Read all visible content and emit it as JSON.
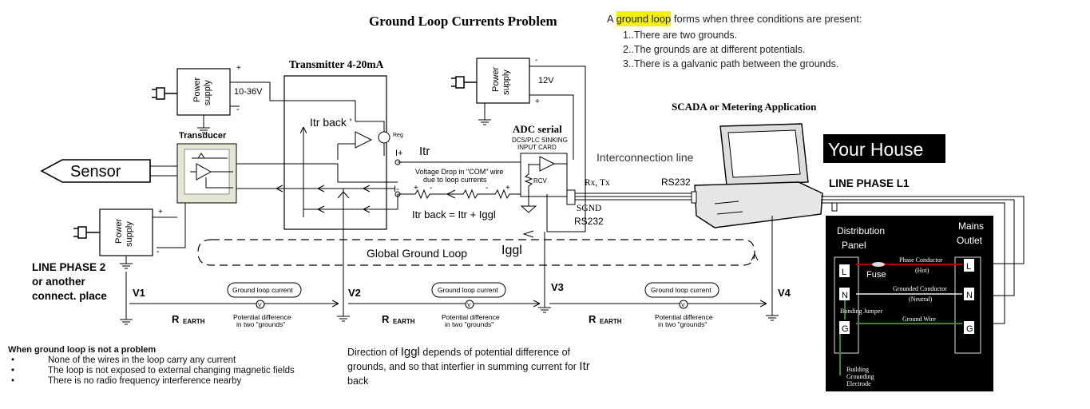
{
  "title": "Ground Loop Currents Problem",
  "conditions": {
    "intro_before": "A ",
    "intro_highlight": "ground loop",
    "intro_after": " forms when three conditions are present:",
    "items": [
      "1..There are two grounds.",
      "2..The grounds are at different potentials.",
      "3..There is a galvanic path between the grounds."
    ]
  },
  "labels": {
    "transmitter": "Transmitter 4-20mA",
    "scada": "SCADA or Metering Application",
    "your_house": "Your House",
    "line_phase_l1": "LINE PHASE L1",
    "line_phase_2": [
      "LINE PHASE 2",
      "or another",
      "connect. place"
    ],
    "sensor": "Sensor",
    "transducer": "Transducer",
    "power_supply": [
      "Power",
      "supply"
    ],
    "v_10_36": "10-36V",
    "v_12": "12V",
    "adc_serial": "ADC serial",
    "dcs_card": [
      "DCS/PLC SINKING",
      "INPUT CARD"
    ],
    "rcv": "RCV",
    "interconnection": "Interconnection line",
    "rx_tx": "Rx, Tx",
    "rs232_top": "RS232",
    "sgnd": "SGND",
    "rs232_bottom": "RS232",
    "itr_back_prime": "Itr back '",
    "reg": "Reg",
    "itr": "Itr",
    "itr_back_eq": "Itr back = Itr + Iggl",
    "voltage_drop": [
      "Voltage Drop in \"COM\" wire",
      "due to loop currents"
    ],
    "global_loop": "Global Ground Loop",
    "iggl": "Iggl",
    "ground_loop_current": "Ground loop current",
    "potential_diff": [
      "Potential difference",
      "in two \"grounds\""
    ],
    "r_earth": "R",
    "r_earth_sub": "EARTH",
    "v1": "V1",
    "v2": "V2",
    "v3": "V3",
    "v4": "V4",
    "plus": "+",
    "minus": "-",
    "i_plus": "I+",
    "i_minus": "I-"
  },
  "panel": {
    "distribution": [
      "Distribution",
      "Panel"
    ],
    "mains": [
      "Mains",
      "Outlet"
    ],
    "fuse": "Fuse",
    "phase_conductor": "Phase Conductor",
    "hot": "(Hot)",
    "grounded_conductor": "Grounded Conductor",
    "neutral": "(Neutral)",
    "bonding": "Bonding Jumper",
    "ground_wire": "Ground Wire",
    "electrode": [
      "Building",
      "Grounding",
      "Electrode"
    ],
    "terminals": [
      "L",
      "N",
      "G"
    ]
  },
  "not_problem": {
    "heading": "When ground loop is not a problem",
    "items": [
      "None of the wires in the loop carry any current",
      "The loop is not exposed to external changing magnetic fields",
      "There is no radio frequency interference nearby"
    ]
  },
  "direction_note": {
    "t1": "Direction of ",
    "t2": "Iggl",
    "t3": " depends of potential difference of grounds, and so that interfier in summing current for ",
    "t4": "Itr",
    "t5": " back"
  },
  "colors": {
    "highlight": "#f4f10a",
    "panel_bg": "#000000",
    "hot_wire": "#b00000",
    "ground_wire": "#2e8b2e"
  }
}
